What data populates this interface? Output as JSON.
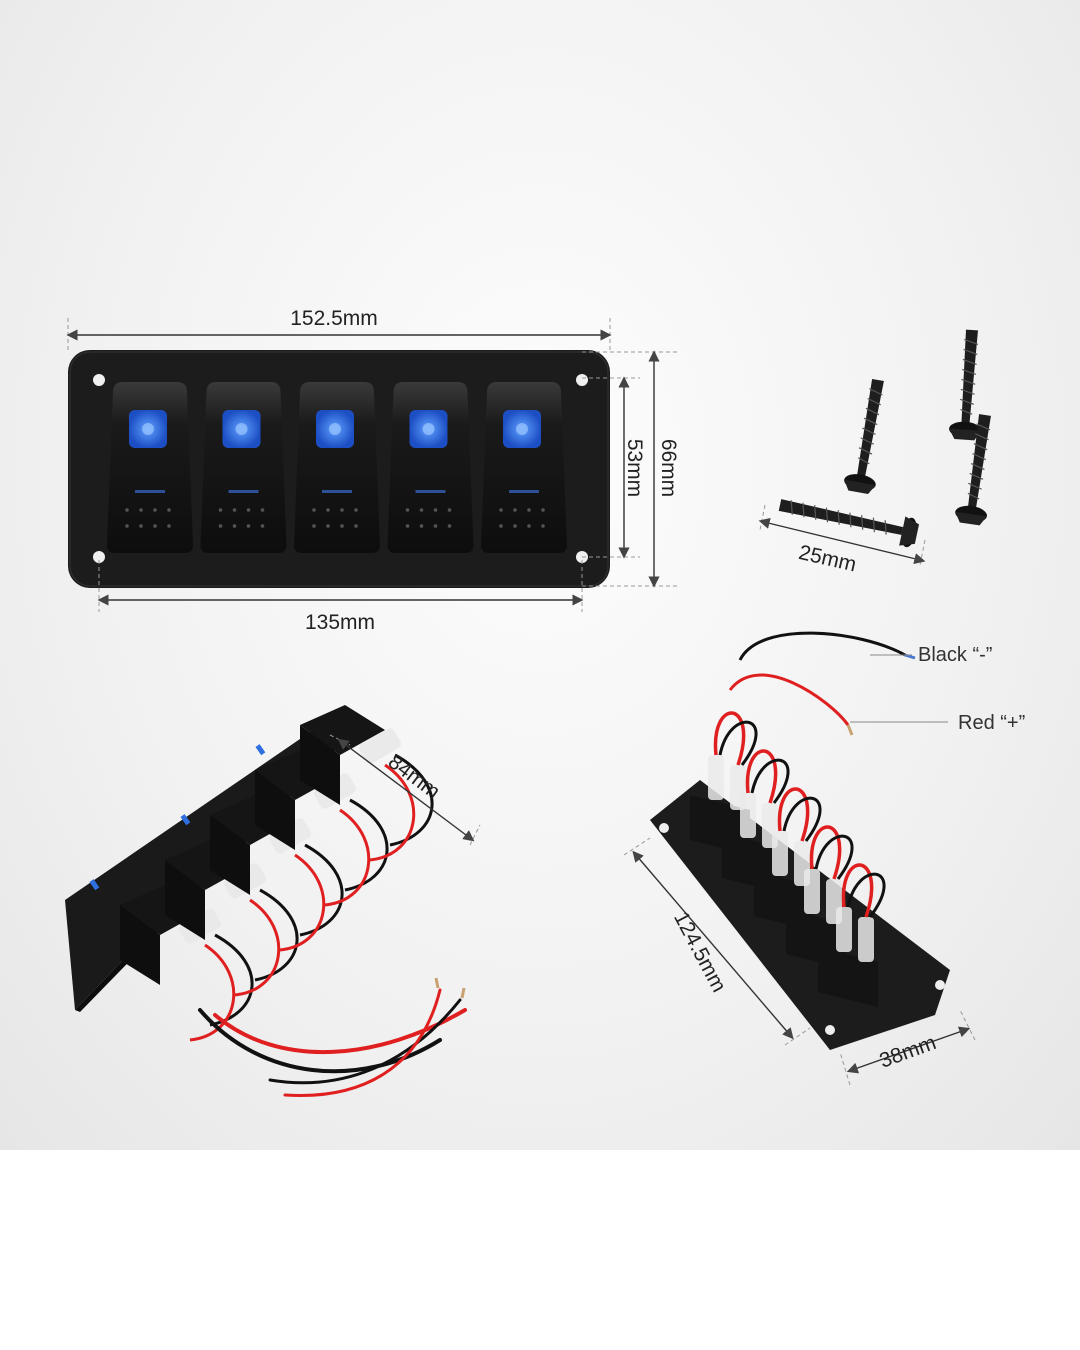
{
  "dimensions": {
    "panel_width": "152.5mm",
    "panel_height": "66mm",
    "switch_height": "53mm",
    "hole_spacing": "135mm",
    "screw_length": "25mm",
    "switch_depth": "84mm",
    "back_length": "124.5mm",
    "back_width": "38mm"
  },
  "wires": {
    "black_label": "Black “-”",
    "red_label": "Red “+”"
  },
  "product": {
    "switch_count": 5,
    "led_color": "#2f6fe0",
    "panel_color": "#1c1c1c",
    "red_wire_color": "#e02020",
    "black_wire_color": "#111111"
  }
}
